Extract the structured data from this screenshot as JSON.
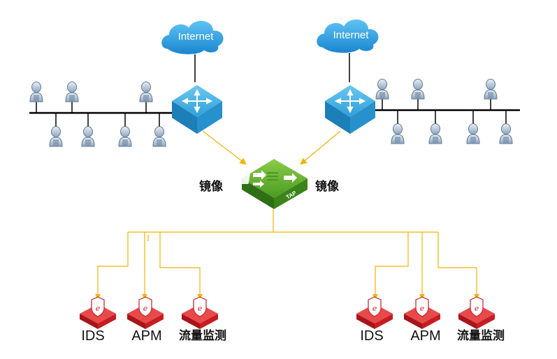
{
  "clouds": [
    {
      "label": "Internet"
    },
    {
      "label": "Internet"
    }
  ],
  "tap": {
    "label": "TAP"
  },
  "mirror_labels": {
    "left": "镜像",
    "right": "镜像"
  },
  "devices": {
    "left": [
      {
        "label": "IDS"
      },
      {
        "label": "APM"
      },
      {
        "label": "流量监测"
      }
    ],
    "right": [
      {
        "label": "IDS"
      },
      {
        "label": "APM"
      },
      {
        "label": "流量监测"
      }
    ]
  },
  "colors": {
    "cloud": "#2a9be0",
    "switch": "#2f9fd8",
    "tap": "#4e9a2a",
    "device": "#d8232a",
    "line": "#000000",
    "link": "#f0b400"
  }
}
